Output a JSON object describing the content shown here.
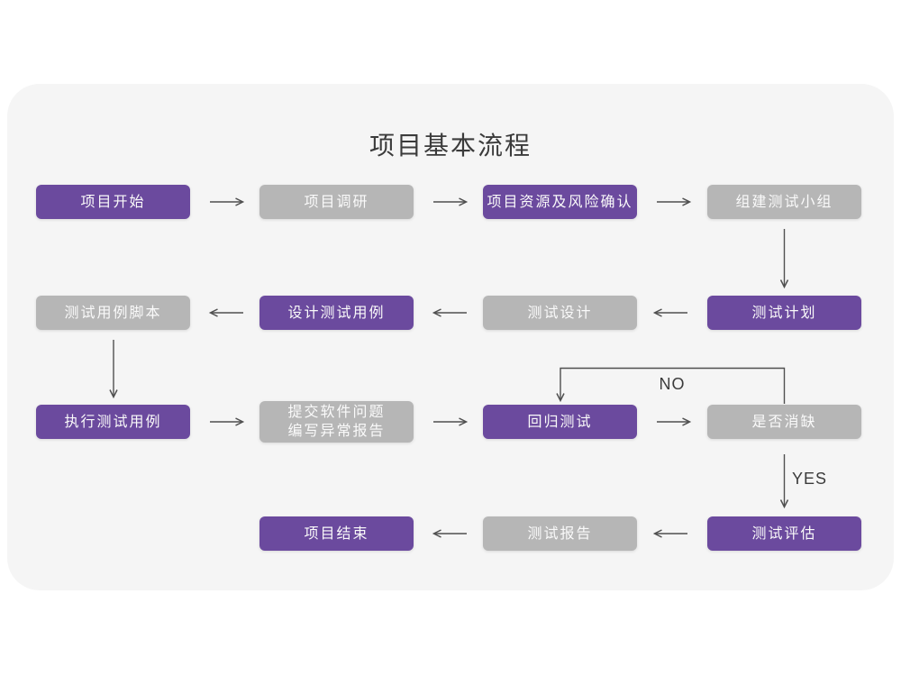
{
  "title": "项目基本流程",
  "colors": {
    "purple_node": "#6B4A9E",
    "gray_node": "#B6B6B6",
    "card_background": "#F5F5F5",
    "arrow_line": "#4F4F4F",
    "title_text": "#3B3B3B",
    "node_text": "#FAFAFA"
  },
  "nodes": {
    "start": {
      "label": "项目开始",
      "variant": "purple"
    },
    "research": {
      "label": "项目调研",
      "variant": "gray"
    },
    "risk": {
      "label": "项目资源及风险确认",
      "variant": "purple"
    },
    "team": {
      "label": "组建测试小组",
      "variant": "gray"
    },
    "case_script": {
      "label": "测试用例脚本",
      "variant": "gray"
    },
    "design_case": {
      "label": "设计测试用例",
      "variant": "purple"
    },
    "test_design": {
      "label": "测试设计",
      "variant": "gray"
    },
    "test_plan": {
      "label": "测试计划",
      "variant": "purple"
    },
    "exec_case": {
      "label": "执行测试用例",
      "variant": "purple"
    },
    "submit_issue": {
      "label": "提交软件问题\n编写异常报告",
      "variant": "gray"
    },
    "regression": {
      "label": "回归测试",
      "variant": "purple"
    },
    "defect_check": {
      "label": "是否消缺",
      "variant": "gray"
    },
    "test_eval": {
      "label": "测试评估",
      "variant": "purple"
    },
    "test_report": {
      "label": "测试报告",
      "variant": "gray"
    },
    "end": {
      "label": "项目结束",
      "variant": "purple"
    }
  },
  "edge_labels": {
    "no": "NO",
    "yes": "YES"
  }
}
